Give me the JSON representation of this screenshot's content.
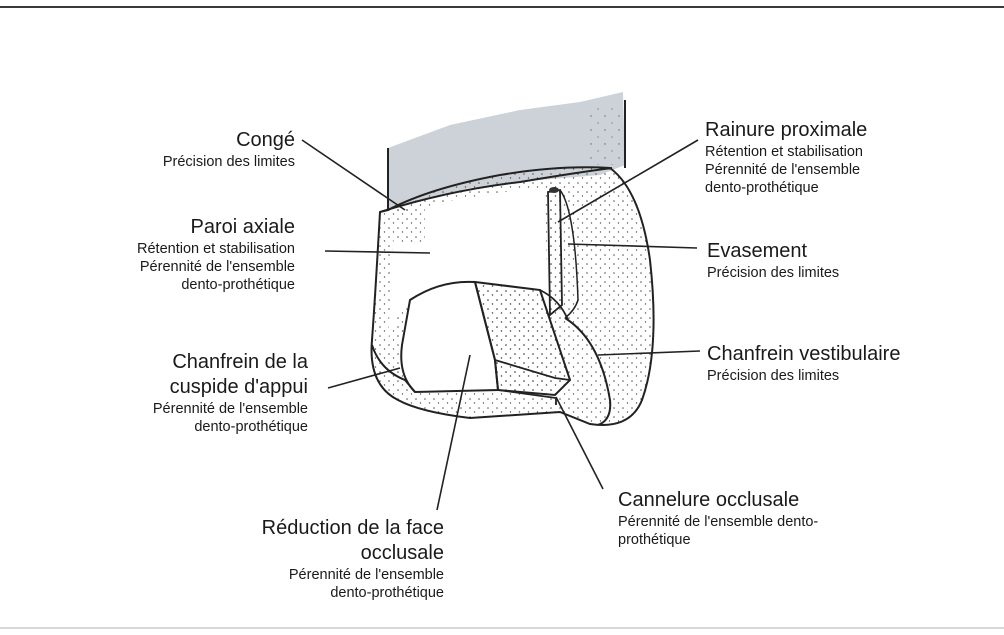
{
  "labels": {
    "conge": {
      "title": "Congé",
      "lines": [
        "Précision des limites"
      ]
    },
    "paroi": {
      "title": "Paroi axiale",
      "lines": [
        "Rétention et stabilisation",
        "Pérennité de l'ensemble",
        "dento-prothétique"
      ]
    },
    "chanfrein_cuspide": {
      "title_lines": [
        "Chanfrein de la",
        "cuspide d'appui"
      ],
      "lines": [
        "Pérennité de l'ensemble",
        "dento-prothétique"
      ]
    },
    "reduction": {
      "title_lines": [
        "Réduction de la face",
        "occlusale"
      ],
      "lines": [
        "Pérennité de l'ensemble",
        "dento-prothétique"
      ]
    },
    "rainure": {
      "title": "Rainure proximale",
      "lines": [
        "Rétention et stabilisation",
        "Pérennité de l'ensemble",
        "dento-prothétique"
      ]
    },
    "evasement": {
      "title": "Evasement",
      "lines": [
        "Précision des limites"
      ]
    },
    "chanfrein_vest": {
      "title": "Chanfrein vestibulaire",
      "lines": [
        "Précision des limites"
      ]
    },
    "cannelure": {
      "title": "Cannelure occlusale",
      "lines": [
        "Pérennité de l'ensemble dento-",
        "prothétique"
      ]
    }
  },
  "colors": {
    "root_shade": "#cdd2d8",
    "line": "#222222",
    "stipple": "#555555"
  }
}
